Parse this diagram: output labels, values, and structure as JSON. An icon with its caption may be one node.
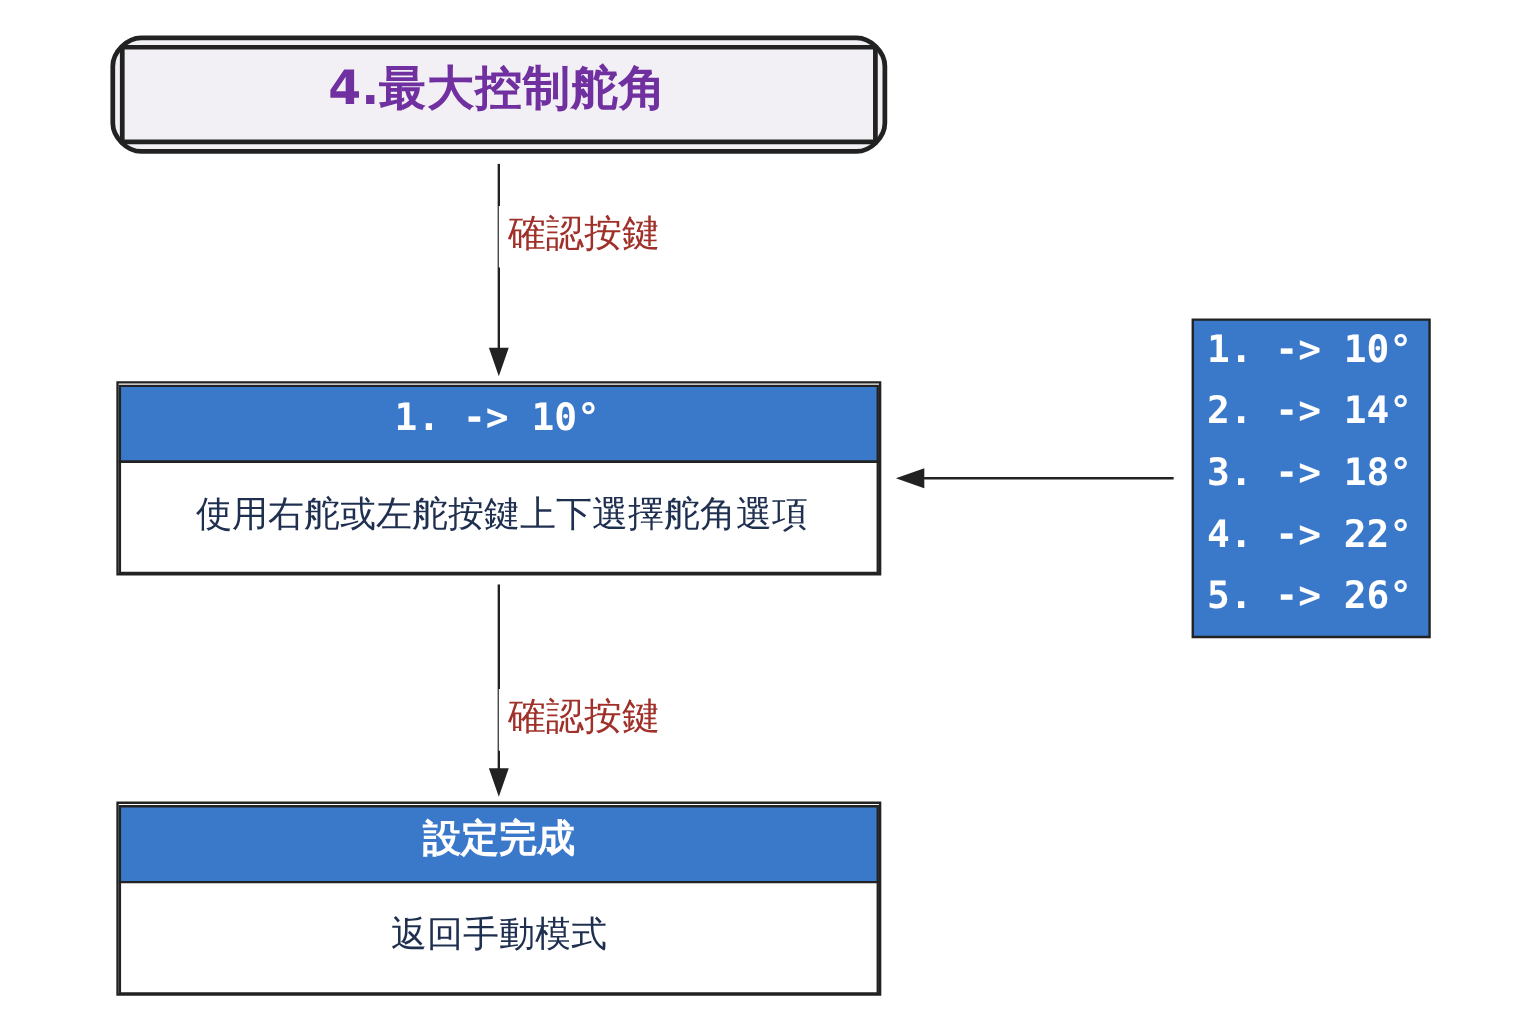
{
  "diagram": {
    "nodes": [
      {
        "text": [
          "4.最大控制舵角"
        ]
      },
      {
        "text": [
          "1. -> 10°",
          "使用右舵或左舵按鍵上下選擇舵角選項"
        ]
      },
      {
        "text": [
          "設定完成",
          "返回手動模式"
        ]
      },
      {
        "text": [
          "1. -> 10°",
          "2. -> 14°",
          "3. -> 18°",
          "4. -> 22°",
          "5. -> 26°"
        ]
      }
    ],
    "edges": [
      {
        "from": 0,
        "to": 1,
        "arrow": "to",
        "label": "確認按鍵"
      },
      {
        "from": 1,
        "to": 2,
        "arrow": "to",
        "label": "確認按鍵"
      },
      {
        "from": 3,
        "to": 1,
        "arrow": "to"
      }
    ]
  }
}
